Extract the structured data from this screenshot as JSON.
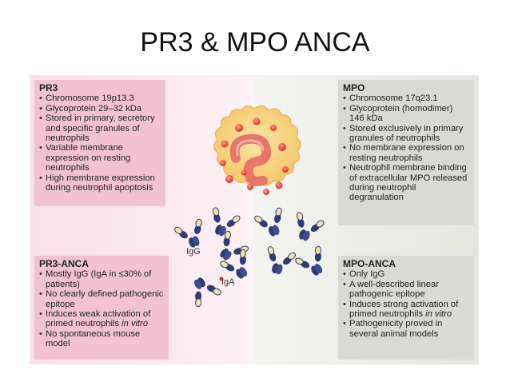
{
  "title": "PR3 & MPO ANCA",
  "pr3": {
    "heading": "PR3",
    "items": [
      "Chromosome 19p13.3",
      "Glycoprotein 29–32 kDa",
      "Stored in primary, secretory and specific granules of neutrophils",
      "Variable membrane expression on resting neutrophils",
      "High membrane expression during neutrophil apoptosis"
    ]
  },
  "mpo": {
    "heading": "MPO",
    "items": [
      "Chromosome 17q23.1",
      "Glycoprotein (homodimer) 146 kDa",
      "Stored exclusively in primary granules of neutrophils",
      "No membrane expression on resting neutrophils",
      "Neutrophil membrane binding of extracellular MPO released during neutrophil degranulation"
    ]
  },
  "pr3_anca": {
    "heading": "PR3-ANCA",
    "items": [
      "Mostly IgG (IgA in ≤30% of patients)",
      "No clearly defined pathogenic epitope",
      "Induces weak activation of primed neutrophils",
      "No spontaneous mouse model"
    ],
    "italic_suffix": "in vitro"
  },
  "mpo_anca": {
    "heading": "MPO-ANCA",
    "items": [
      "Only IgG",
      "A well-described linear pathogenic epitope",
      "Induces strong activation of primed neutrophils",
      "Pathogenicity proved in several animal models"
    ],
    "italic_suffix": "in vitro"
  },
  "antibody_labels": {
    "igg": "IgG",
    "iga": "IgA"
  },
  "colors": {
    "pink_card": "#f2c2d3",
    "grey_card": "#d9d9d5",
    "cell_fill": "#f7d68a",
    "nucleus": "#e8756a",
    "granule": "#e84e3c",
    "antibody_blue": "#2d3b77",
    "antibody_light": "#f2e2a8"
  }
}
